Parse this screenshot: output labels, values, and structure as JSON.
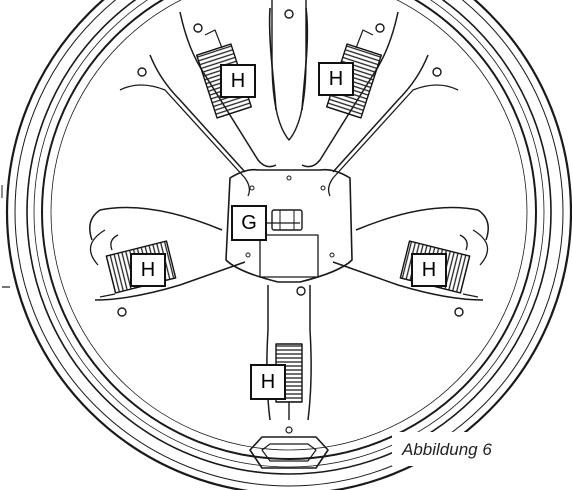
{
  "labels": {
    "g": "G",
    "h_top_left": "H",
    "h_top_right": "H",
    "h_left": "H",
    "h_right": "H",
    "h_bottom": "H"
  },
  "caption": "Abbildung 6",
  "colors": {
    "line": "#1a1a1a",
    "background": "#ffffff"
  }
}
